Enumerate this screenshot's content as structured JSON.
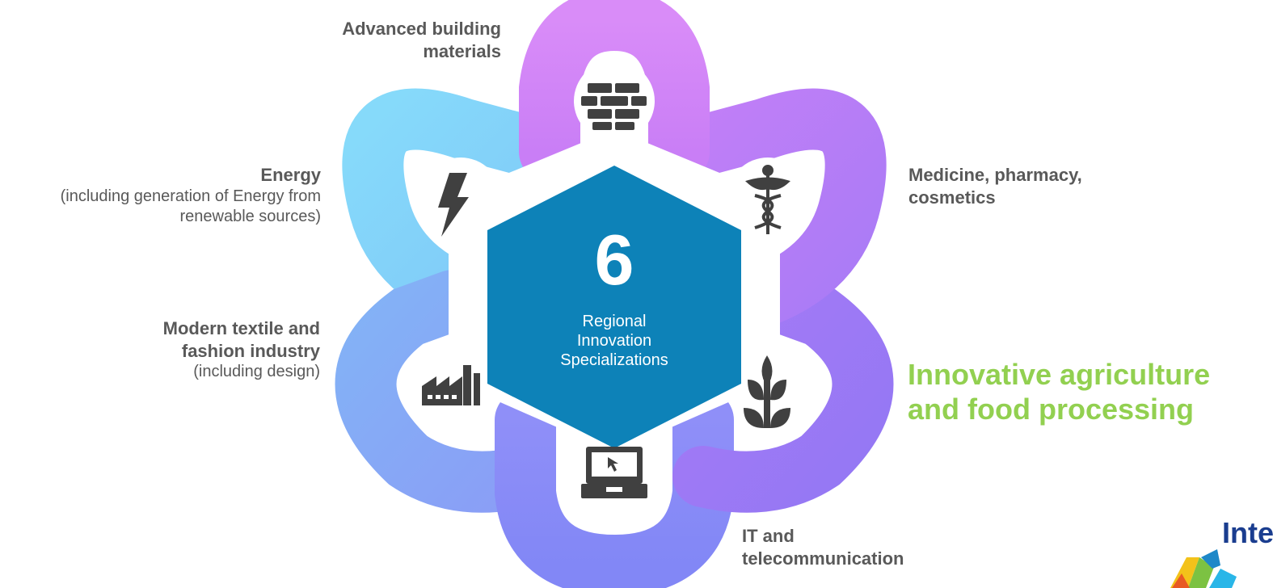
{
  "center": {
    "number": "6",
    "line1": "Regional",
    "line2": "Innovation",
    "line3": "Specializations"
  },
  "sectors": {
    "building": {
      "title_line1": "Advanced building",
      "title_line2": "materials",
      "icon": "brick-wall-icon",
      "color": "#d684f7"
    },
    "medicine": {
      "title_line1": "Medicine, pharmacy,",
      "title_line2": "cosmetics",
      "icon": "caduceus-icon",
      "color": "#b27cf6"
    },
    "agriculture": {
      "title_line1": "Innovative agriculture",
      "title_line2": "and food processing",
      "icon": "plant-icon",
      "color": "#9d78f5",
      "text_color": "#92d050"
    },
    "it": {
      "title_line1": "IT and",
      "title_line2": "telecommunication",
      "icon": "laptop-icon",
      "color": "#8a8cf8"
    },
    "textile": {
      "title_line1": "Modern textile and",
      "title_line2": "fashion industry",
      "subtitle": "(including design)",
      "icon": "factory-icon",
      "color": "#86a9f5"
    },
    "energy": {
      "title": "Energy",
      "subtitle_line1": "(including generation of Energy from",
      "subtitle_line2": "renewable sources)",
      "icon": "lightning-icon",
      "color": "#85d3f9"
    }
  },
  "colors": {
    "hexagon": "#0d82b8",
    "icon": "#404040",
    "label_text": "#595959"
  },
  "logo": {
    "text": "Interre"
  }
}
